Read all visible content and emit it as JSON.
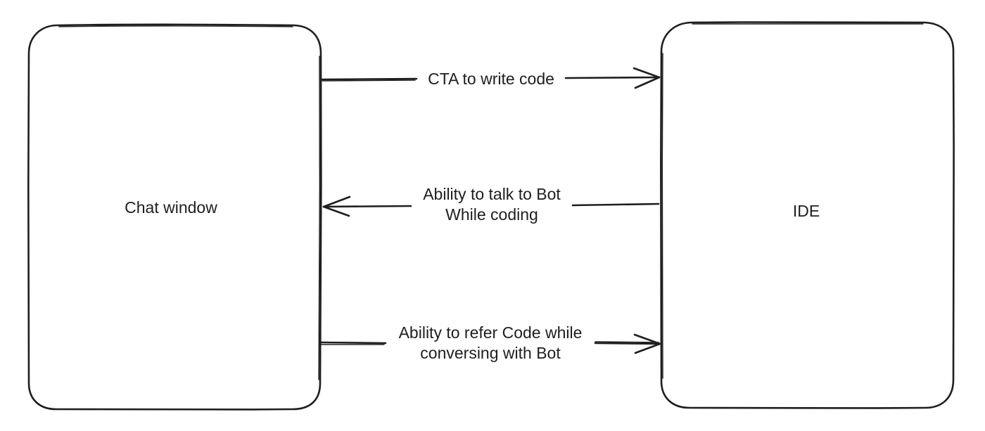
{
  "nodes": {
    "chat": {
      "label": "Chat window"
    },
    "ide": {
      "label": "IDE"
    }
  },
  "edges": [
    {
      "from": "Chat window",
      "to": "IDE",
      "lines": [
        "CTA to write code"
      ]
    },
    {
      "from": "IDE",
      "to": "Chat window",
      "lines": [
        "Ability to talk to Bot",
        "While coding"
      ]
    },
    {
      "from": "Chat window",
      "to": "IDE",
      "lines": [
        "Ability to refer Code while",
        "conversing with Bot"
      ]
    }
  ],
  "colors": {
    "stroke": "#1e1e1e",
    "background": "#ffffff"
  }
}
